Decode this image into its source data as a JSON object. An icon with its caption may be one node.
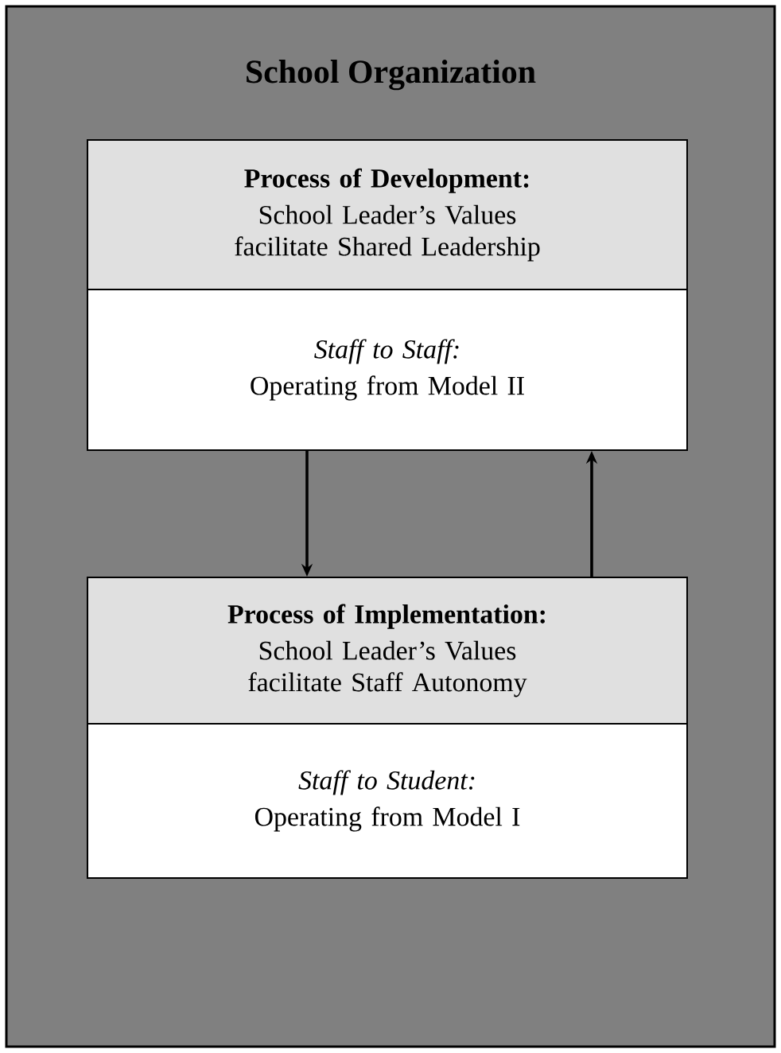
{
  "diagram": {
    "nodes": [
      {
        "text": [
          "School Organization"
        ]
      },
      {
        "text": [
          "Process of Development:",
          "School Leader’s Values facilitate Shared Leadership"
        ],
        "in": 0
      },
      {
        "text": [
          "Staff to Staff:",
          "Operating from Model II"
        ],
        "in": 0
      },
      {
        "text": [
          "Process of Implementation:",
          "School Leader’s Values facilitate Staff Autonomy"
        ],
        "in": 0
      },
      {
        "text": [
          "Staff to Student:",
          "Operating from Model I"
        ],
        "in": 0
      }
    ],
    "edges": [
      {
        "from": 2,
        "to": 3,
        "arrow": "to"
      },
      {
        "from": 3,
        "to": 2,
        "arrow": "to"
      }
    ]
  }
}
